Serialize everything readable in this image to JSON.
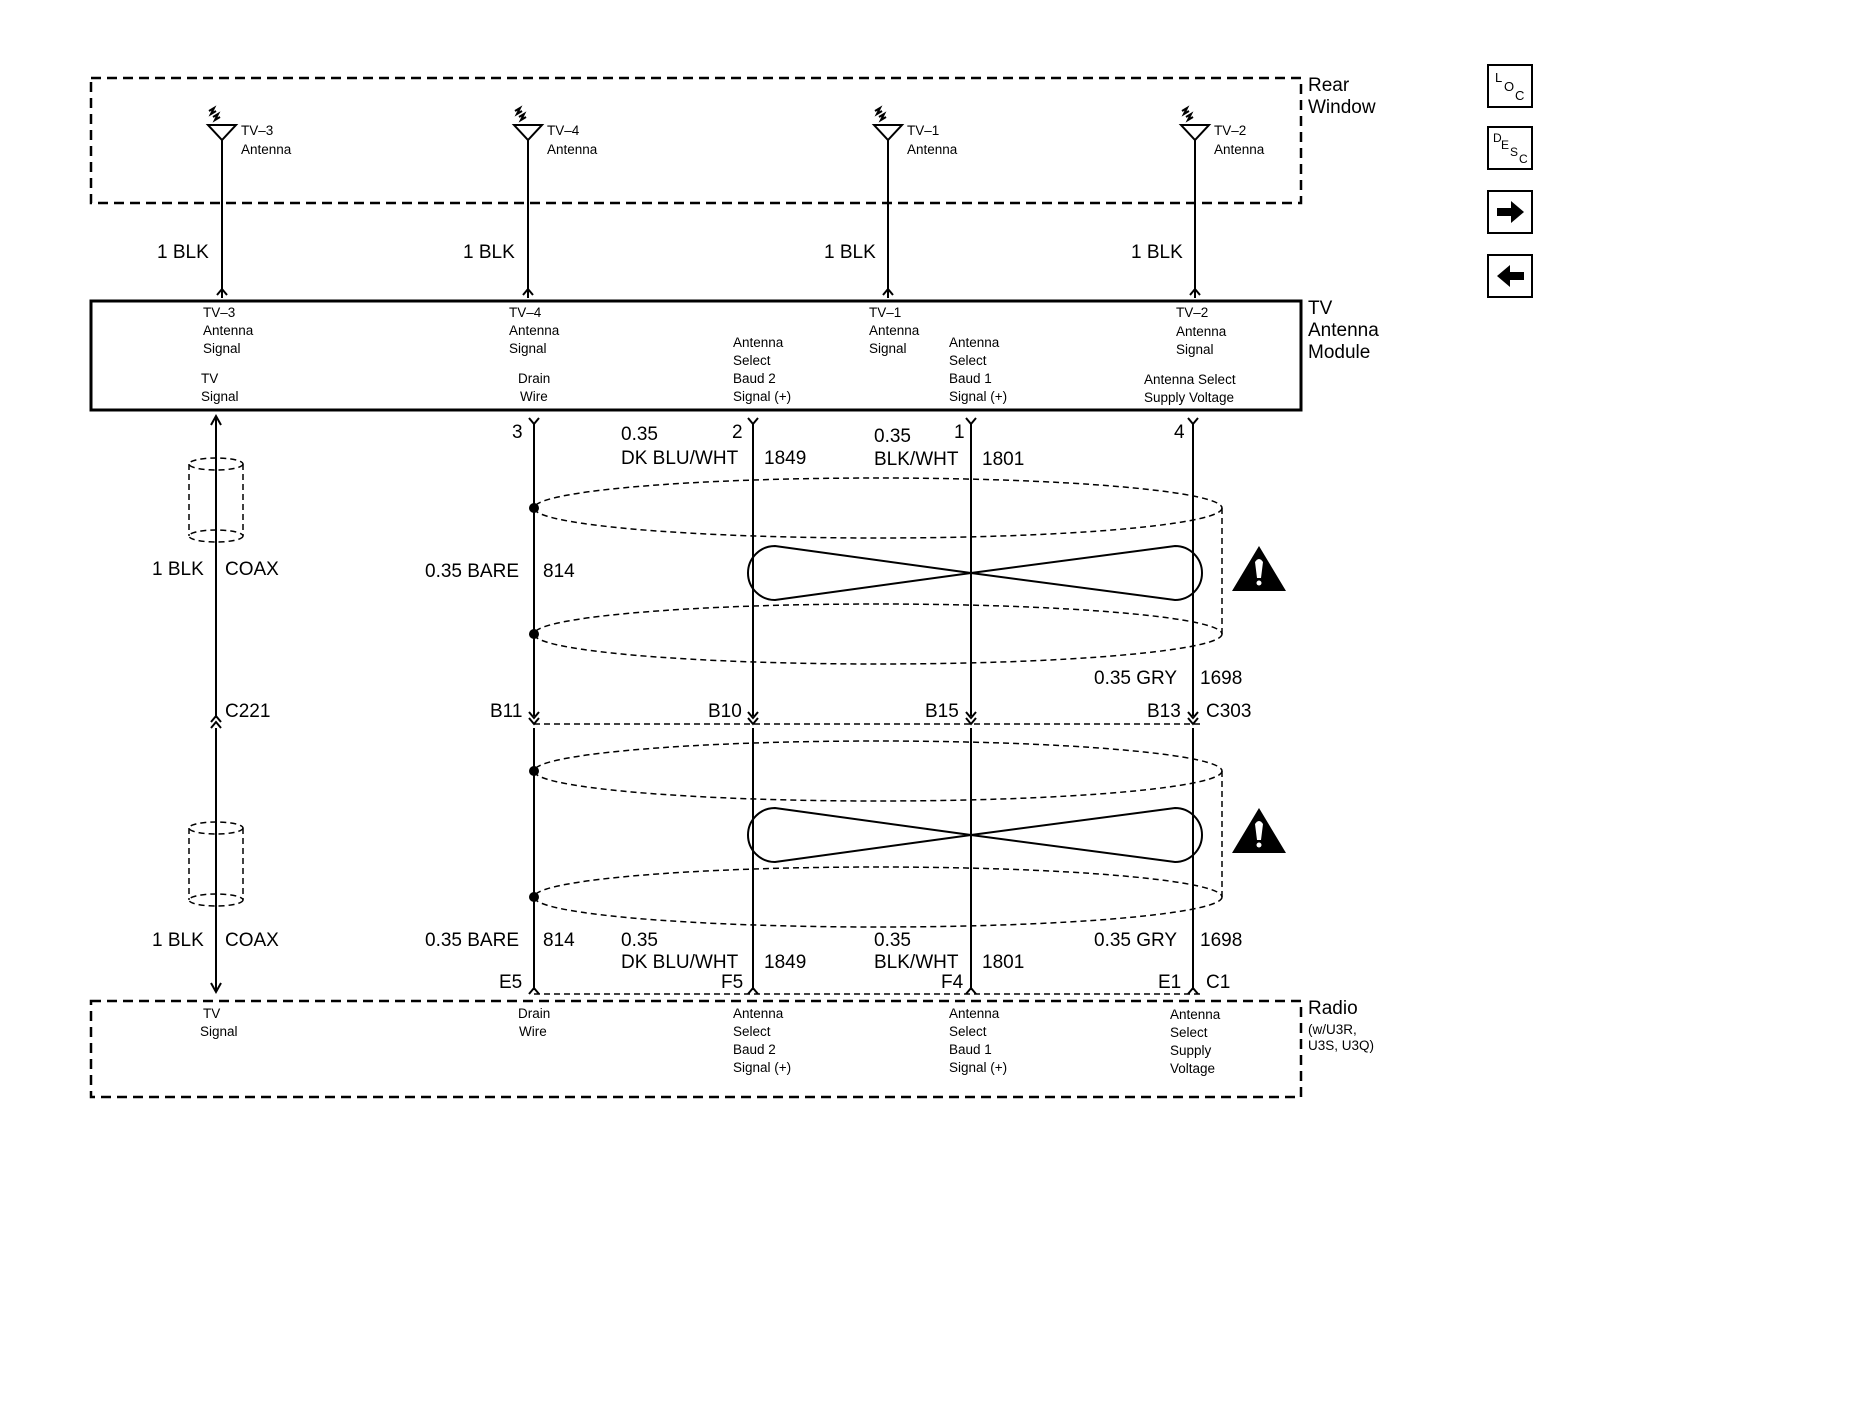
{
  "nav": {
    "loc": {
      "l1": "L",
      "l2": "O",
      "l3": "C"
    },
    "desc": {
      "l1": "D",
      "l2": "E",
      "l3": "S",
      "l4": "C"
    }
  },
  "rear_window": {
    "line1": "Rear",
    "line2": "Window"
  },
  "tv_module": {
    "line1": "TV",
    "line2": "Antenna",
    "line3": "Module"
  },
  "radio": {
    "line1": "Radio",
    "line2": "(w/U3R,",
    "line3": "U3S, U3Q)"
  },
  "antennas": [
    {
      "name": "TV–3",
      "sub": "Antenna",
      "wire": "1 BLK"
    },
    {
      "name": "TV–4",
      "sub": "Antenna",
      "wire": "1 BLK"
    },
    {
      "name": "TV–1",
      "sub": "Antenna",
      "wire": "1 BLK"
    },
    {
      "name": "TV–2",
      "sub": "Antenna",
      "wire": "1 BLK"
    }
  ],
  "module_inputs": [
    {
      "l1": "TV–3",
      "l2": "Antenna",
      "l3": "Signal"
    },
    {
      "l1": "TV–4",
      "l2": "Antenna",
      "l3": "Signal"
    },
    {
      "l1": "TV–1",
      "l2": "Antenna",
      "l3": "Signal"
    },
    {
      "l1": "TV–2",
      "l2": "Antenna",
      "l3": "Signal"
    }
  ],
  "module_outputs": {
    "tv_signal": {
      "l1": "TV",
      "l2": "Signal"
    },
    "drain": {
      "l1": "Drain",
      "l2": "Wire"
    },
    "baud2": {
      "l1": "Antenna",
      "l2": "Select",
      "l3": "Baud 2",
      "l4": "Signal (+)"
    },
    "baud1": {
      "l1": "Antenna",
      "l2": "Select",
      "l3": "Baud 1",
      "l4": "Signal (+)"
    },
    "supply": {
      "l1": "Antenna Select",
      "l2": "Supply Voltage"
    }
  },
  "module_pins": {
    "drain": "3",
    "baud2": "2",
    "baud1": "1",
    "supply": "4"
  },
  "upper_wires": {
    "baud2": {
      "gauge": "0.35",
      "color": "DK BLU/WHT",
      "circuit": "1849"
    },
    "baud1": {
      "gauge": "0.35",
      "color": "BLK/WHT",
      "circuit": "1801"
    },
    "coax": {
      "gauge": "1 BLK",
      "type": "COAX"
    },
    "drain": {
      "gauge": "0.35 BARE",
      "circuit": "814"
    },
    "supply": {
      "gauge": "0.35 GRY",
      "circuit": "1698"
    }
  },
  "connectors": {
    "c221": "C221",
    "c303": "C303",
    "b11": "B11",
    "b10": "B10",
    "b15": "B15",
    "b13": "B13"
  },
  "lower_wires": {
    "coax": {
      "gauge": "1 BLK",
      "type": "COAX"
    },
    "drain": {
      "gauge": "0.35 BARE",
      "circuit": "814"
    },
    "baud2": {
      "gauge": "0.35",
      "color": "DK BLU/WHT",
      "circuit": "1849"
    },
    "baud1": {
      "gauge": "0.35",
      "color": "BLK/WHT",
      "circuit": "1801"
    },
    "supply": {
      "gauge": "0.35 GRY",
      "circuit": "1698"
    }
  },
  "radio_pins": {
    "drain": "E5",
    "baud2": "F5",
    "baud1": "F4",
    "supply": "E1",
    "conn": "C1"
  },
  "radio_inputs": {
    "tv_signal": {
      "l1": "TV",
      "l2": "Signal"
    },
    "drain": {
      "l1": "Drain",
      "l2": "Wire"
    },
    "baud2": {
      "l1": "Antenna",
      "l2": "Select",
      "l3": "Baud 2",
      "l4": "Signal (+)"
    },
    "baud1": {
      "l1": "Antenna",
      "l2": "Select",
      "l3": "Baud 1",
      "l4": "Signal (+)"
    },
    "supply": {
      "l1": "Antenna",
      "l2": "Select",
      "l3": "Supply",
      "l4": "Voltage"
    }
  },
  "icons": {
    "warning": "warning-triangle-icon",
    "antenna": "antenna-icon",
    "twisted_pair": "twisted-pair-icon",
    "coax_shield": "coax-shield-icon",
    "splice": "splice-dot-icon"
  }
}
